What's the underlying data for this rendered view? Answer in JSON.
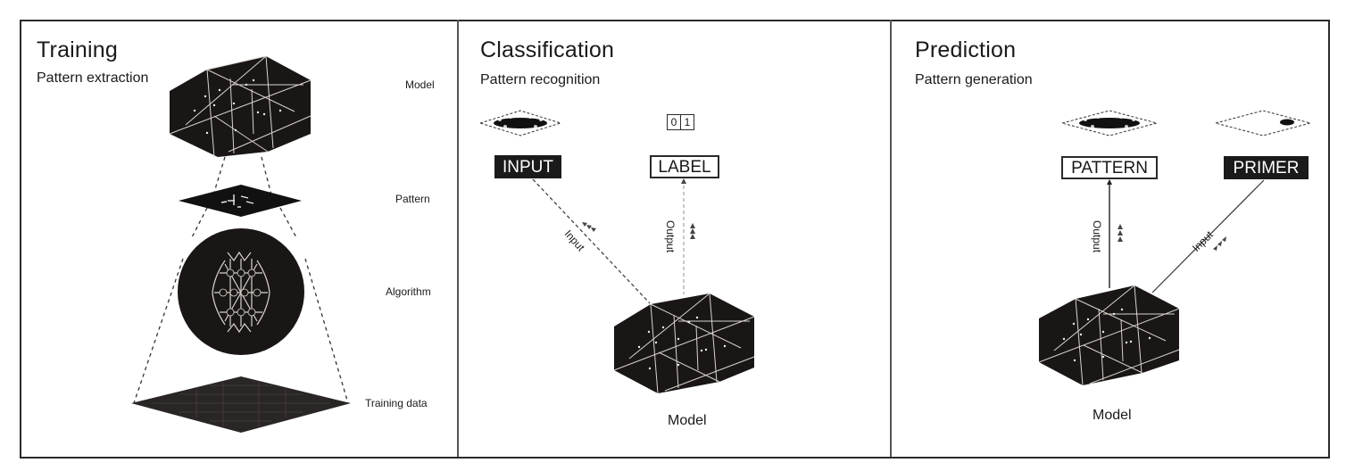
{
  "panels": [
    {
      "id": "training",
      "title": "Training",
      "subtitle": "Pattern extraction",
      "layers": [
        {
          "label": "Model",
          "icon": "polyhedron-model-icon"
        },
        {
          "label": "Pattern",
          "icon": "pattern-diamond-icon"
        },
        {
          "label": "Algorithm",
          "icon": "neural-network-circle-icon"
        },
        {
          "label": "Training data",
          "icon": "training-data-plane-icon"
        }
      ]
    },
    {
      "id": "classification",
      "title": "Classification",
      "subtitle": "Pattern recognition",
      "input_box": "INPUT",
      "label_box": "LABEL",
      "onehot": [
        "0",
        "1"
      ],
      "input_edge_label": "Input",
      "output_edge_label": "Output",
      "model_label": "Model"
    },
    {
      "id": "prediction",
      "title": "Prediction",
      "subtitle": "Pattern generation",
      "pattern_box": "PATTERN",
      "primer_box": "PRIMER",
      "input_edge_label": "Input",
      "output_edge_label": "Output",
      "model_label": "Model"
    }
  ],
  "colors": {
    "ink": "#1a1a1a",
    "frame": "#2a2a2a",
    "edge_light": "#d8d4cc"
  }
}
